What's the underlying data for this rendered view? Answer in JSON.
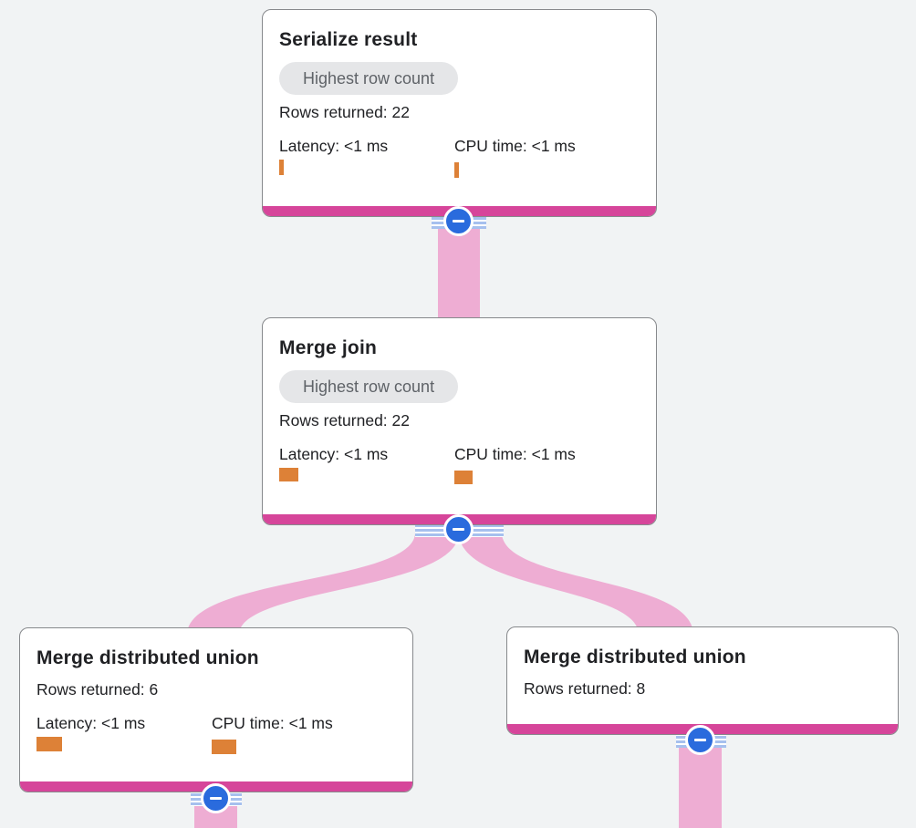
{
  "app": {
    "name": "query-plan-visualizer",
    "colors": {
      "background": "#f1f3f4",
      "accent_magenta": "#d6459a",
      "flow_pink": "#eeadd3",
      "collapse_blue": "#2a6bdd",
      "stripe_blue": "#a6c0ee",
      "bar_orange": "#dd8137",
      "badge_bg": "#e5e6e8",
      "badge_text": "#5f6368",
      "text": "#202124",
      "card_border": "#87898c"
    },
    "icons": {
      "collapse_button": "minus-in-circle",
      "flow": "pink-ribbon"
    }
  },
  "nodes": [
    {
      "title": "Serialize result",
      "badge": "Highest row count",
      "rows": "Rows returned: 22",
      "latency": "Latency: <1 ms",
      "cpu": "CPU time: <1 ms",
      "latency_bar_style": "width:5px;height:17px",
      "cpu_bar_style": "width:5px;height:17px"
    },
    {
      "title": "Merge join",
      "badge": "Highest row count",
      "rows": "Rows returned: 22",
      "latency": "Latency: <1 ms",
      "cpu": "CPU time: <1 ms",
      "latency_bar_style": "width:21px;height:15px",
      "cpu_bar_style": "width:20px;height:15px"
    },
    {
      "title": "Merge distributed union",
      "rows": "Rows returned: 6",
      "latency": "Latency: <1 ms",
      "cpu": "CPU time: <1 ms",
      "latency_bar_style": "width:28px;height:16px",
      "cpu_bar_style": "width:27px;height:16px"
    },
    {
      "title": "Merge distributed union",
      "rows": "Rows returned: 8"
    }
  ]
}
